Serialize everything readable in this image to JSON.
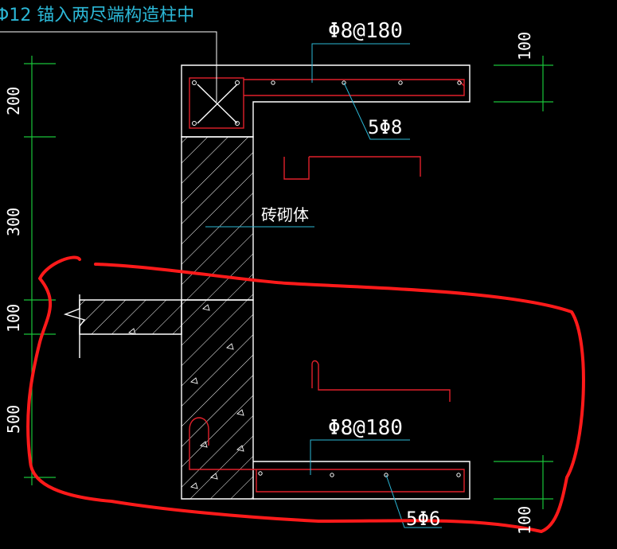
{
  "colors": {
    "background": "#000000",
    "outline": "#ffffff",
    "rebar": "#e0202a",
    "leader": "#2bb7d6",
    "dimension": "#19c43a",
    "markup": "#ff1a1a",
    "text": "#ffffff",
    "top_note": "#2bb7d6"
  },
  "annotations": {
    "top_note": "Φ12 锚入两尽端构造柱中",
    "top_stirrup": "Φ8@180",
    "top_bars": "5Φ8",
    "masonry": "砖砌体",
    "bottom_stirrup": "Φ8@180",
    "bottom_bars": "5Φ6"
  },
  "dimensions": {
    "left": [
      "200",
      "300",
      "100",
      "500"
    ],
    "right_top": "100",
    "right_bottom": "100"
  }
}
